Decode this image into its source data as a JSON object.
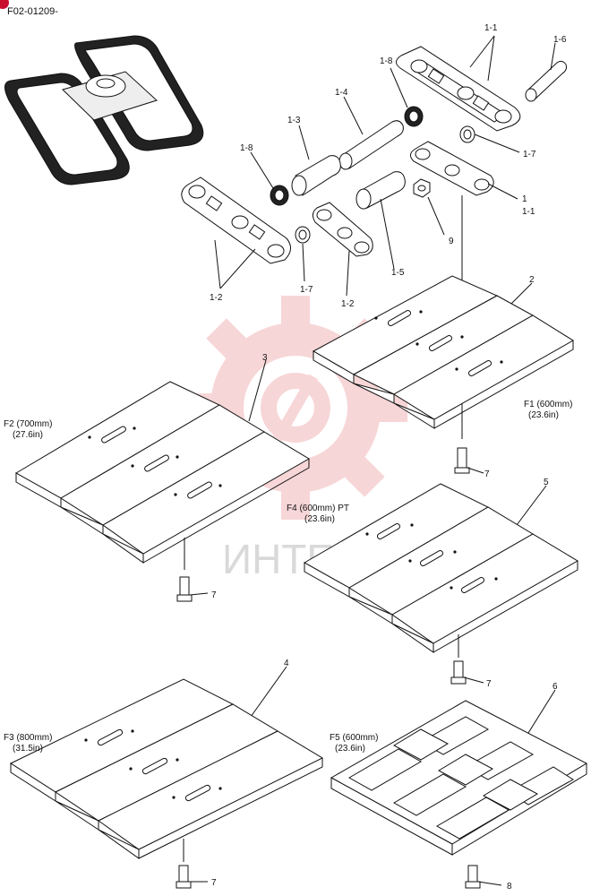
{
  "header": {
    "part_code": "F02-01209-"
  },
  "watermark": {
    "text": "ИНТЕХ",
    "color": "#f2b6b8"
  },
  "callouts": {
    "c1_1a": "1-1",
    "c1_6": "1-6",
    "c1_8a": "1-8",
    "c1_4": "1-4",
    "c1_3": "1-3",
    "c1_8b": "1-8",
    "c1_7a": "1-7",
    "c1": "1",
    "c1_1b": "1-1",
    "c9": "9",
    "c1_5": "1-5",
    "c1_2a": "1-2",
    "c1_7b": "1-7",
    "c1_2b": "1-2",
    "c2": "2",
    "c3": "3",
    "c5": "5",
    "c4": "4",
    "c6": "6",
    "c7a": "7",
    "c7b": "7",
    "c7c": "7",
    "c7d": "7",
    "c8": "8"
  },
  "shoe_labels": {
    "f1_name": "F1 (600mm)",
    "f1_in": "(23.6in)",
    "f2_name": "F2 (700mm)",
    "f2_in": "(27.6in)",
    "f3_name": "F3 (800mm)",
    "f3_in": "(31.5in)",
    "f4_name": "F4 (600mm) PT",
    "f4_in": "(23.6in)",
    "f5_name": "F5 (600mm)",
    "f5_in": "(23.6in)"
  }
}
